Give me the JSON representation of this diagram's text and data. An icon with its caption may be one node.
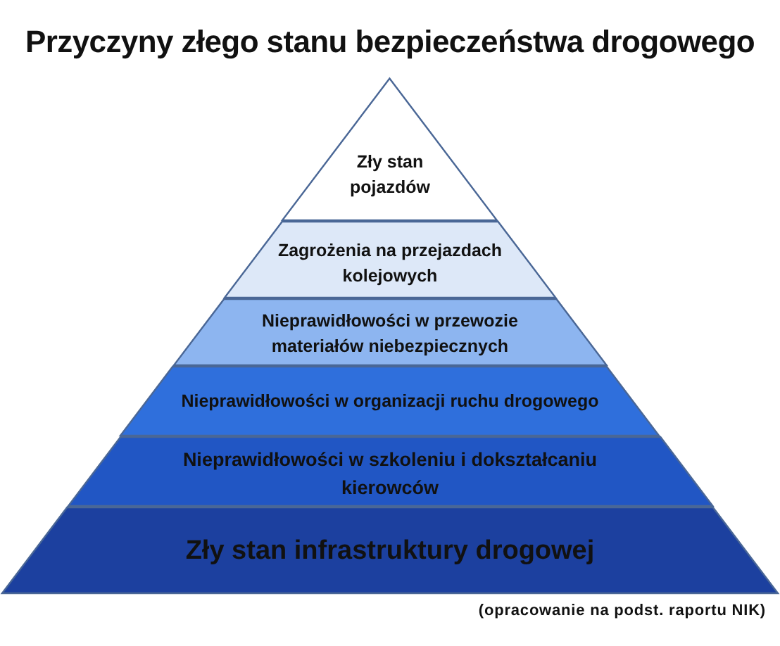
{
  "diagram": {
    "title": "Przyczyny złego stanu bezpieczeństwa drogowego",
    "nodes": [
      {
        "text": [
          "Zły stan pojazdów"
        ]
      },
      {
        "text": [
          "Zagrożenia na przejazdach kolejowych"
        ]
      },
      {
        "text": [
          "Nieprawidłowości w przewozie materiałów niebezpiecznych"
        ]
      },
      {
        "text": [
          "Nieprawidłowości w organizacji ruchu drogowego"
        ]
      },
      {
        "text": [
          "Nieprawidłowości w szkoleniu i dokształcaniu kierowców"
        ]
      },
      {
        "text": [
          "Zły stan infrastruktury drogowej"
        ]
      }
    ],
    "labels": [
      "(opracowanie na podst. raportu NIK)"
    ]
  }
}
